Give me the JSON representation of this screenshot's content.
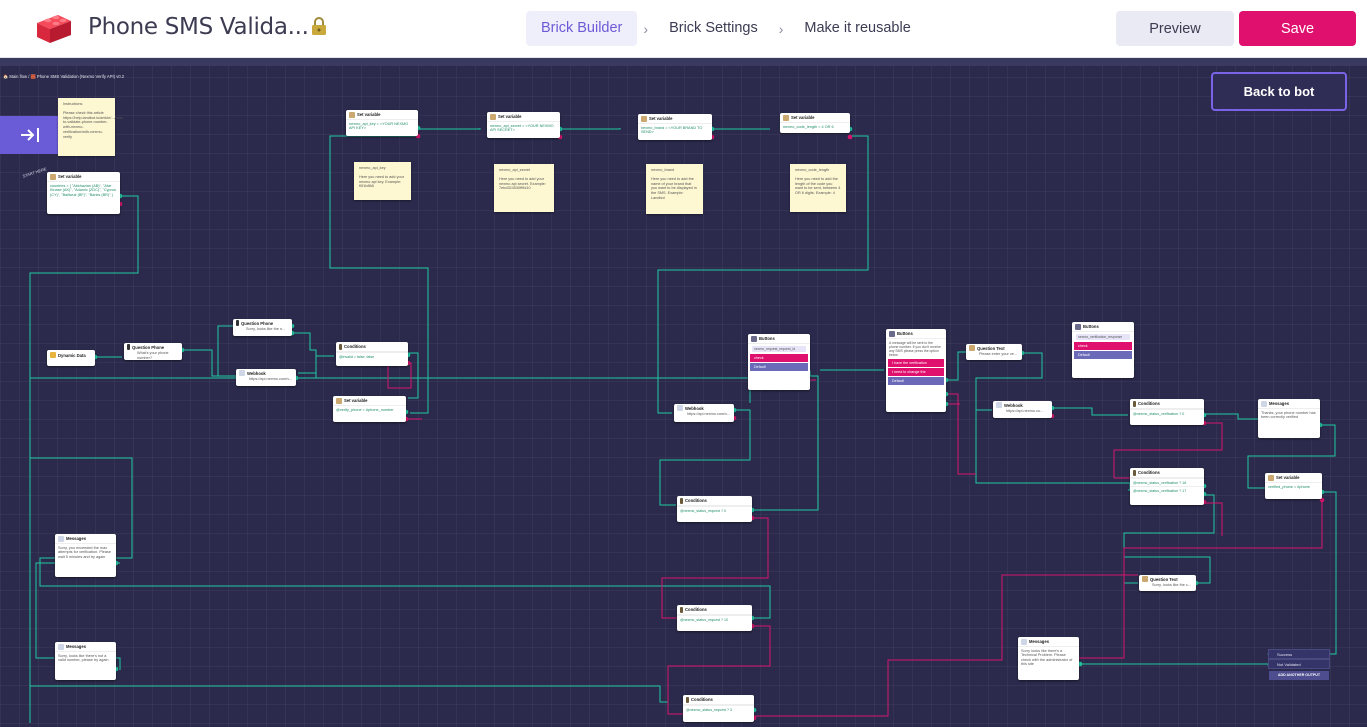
{
  "header": {
    "title": "Phone SMS Valida...",
    "steps": [
      "Brick Builder",
      "Brick Settings",
      "Make it reusable"
    ],
    "active_step": "Brick Builder",
    "chevron": "›",
    "preview_label": "Preview",
    "save_label": "Save",
    "brand_color": "#e0106e",
    "accent_color": "#6f5ad6"
  },
  "canvas": {
    "breadcrumb": "🏠 Main flow / 🧱 Phone SMS Validation (Nexmo Verify API) v0.2",
    "back_label": "Back to bot",
    "side_toggle_icon": "collapse-panel-icon",
    "start_label": "START HERE"
  },
  "nodes": {
    "instructions": {
      "title": "Instructions",
      "body": "Please check this article https://help.landbot.io/article/.../how-to-validate-phone-number-with-nexmo-verification/with-nexmo-verify"
    },
    "set_countries": {
      "title": "Set variable",
      "body": "countries = [ \"Abkhazian (AB)\", \"Afar Kinase (AK)\", \"Adamic (ZDC)\", \"Cyprus (CY)\", \"Bailiwuk (BF)\", \"Banks (BR)\" ]"
    },
    "set_api_key": {
      "title": "Set variable",
      "body": "nexmo_api_key = <YOUR NEXMO API KEY>"
    },
    "set_api_secret": {
      "title": "Set variable",
      "body": "nexmo_api_secret = <YOUR NEXMO API SECRET>"
    },
    "set_brand": {
      "title": "Set variable",
      "body": "nexmo_brand = <YOUR BRAND TO SEND>"
    },
    "set_code_length": {
      "title": "Set variable",
      "body": "nexmo_code_length = 4 OR 6"
    },
    "note_api_key": {
      "title": "nexmo_api_key",
      "body": "Here you need to add your nexmo api key. Example: f0f1b868"
    },
    "note_api_secret": {
      "title": "nexmo_api_secret",
      "body": "Here you need to add your nexmo api secret. Example: 7ebd324530ff9d10"
    },
    "note_brand": {
      "title": "nexmo_brand",
      "body": "Here you need to add the name of your brand that you want to be displayed in the SMS. Example: Landbot"
    },
    "note_code_length": {
      "title": "nexmo_code_length",
      "body": "Here you need to add the length of the code you want to be sent, between 4 OR 6 digits. Example: 4"
    },
    "dynamic_data": {
      "title": "Dynamic Data"
    },
    "question_phone": {
      "title": "Question Phone",
      "body": "What's your phone number?"
    },
    "question_phone_retry": {
      "title": "Question Phone",
      "body": "Sorry, looks like the n..."
    },
    "conditions_1": {
      "title": "Conditions",
      "body": "@invalid = false, false"
    },
    "webhook_1": {
      "title": "Webhook",
      "body": "https://api.nexmo.com/v..."
    },
    "set_verify": {
      "title": "Set variable",
      "body": "@verify_phone = #phone_number"
    },
    "webhook_2": {
      "title": "Webhook",
      "body": "https://api.nexmo.com/v..."
    },
    "buttons_1": {
      "title": "Buttons",
      "chip": "nexmo_request_request_id",
      "btn1": "check",
      "btn2": "Default"
    },
    "conditions_2": {
      "title": "Conditions",
      "body": "@nexmo_status_request ? 0"
    },
    "conditions_3": {
      "title": "Conditions",
      "body": "@nexmo_status_request ? 10"
    },
    "conditions_4": {
      "title": "Conditions",
      "body": "@nexmo_status_request ? 3"
    },
    "buttons_2": {
      "title": "Buttons",
      "body": "A message will be sent to the phone number. If you don't receive any SMS please press the option below",
      "btn1": "I have the verification",
      "btn2": "I need to change the",
      "btn3": "Default"
    },
    "question_text_1": {
      "title": "Question Text",
      "body": "Please enter your ve..."
    },
    "buttons_3": {
      "title": "Buttons",
      "chip": "nexmo_verification_response",
      "btn1": "check",
      "btn2": "Default"
    },
    "webhook_3": {
      "title": "Webhook",
      "body": "https://api.nexmo.co..."
    },
    "conditions_5": {
      "title": "Conditions",
      "body": "@nexmo_status_verification ? 0"
    },
    "conditions_6": {
      "title": "Conditions",
      "body": "@nexmo_status_verification ? 16",
      "body2": "@nexmo_status_verification ? 17"
    },
    "messages_success": {
      "title": "Messages",
      "body": "Thanks, your phone number has been correctly verified"
    },
    "set_verified": {
      "title": "Set variable",
      "body": "verified_phone = #phone"
    },
    "question_text_2": {
      "title": "Question Text",
      "body": "Sorry, looks like the c..."
    },
    "messages_wait": {
      "title": "Messages",
      "body": "Sorry, you exceeded the max attempts for verification. Please wait 5 minutes and try again"
    },
    "messages_invalid": {
      "title": "Messages",
      "body": "Sorry, looks like there's not a valid number, please try again"
    },
    "messages_technical": {
      "title": "Messages",
      "body": "Sorry looks like there's a Technical Problem. Please check with the administrator of this site"
    }
  },
  "outputs": {
    "items": [
      "Success",
      "Not Validated"
    ],
    "add_label": "ADD ANOTHER OUTPUT"
  },
  "colors": {
    "canvas_bg": "#2b2a4c",
    "wire_green": "#1fc8a0",
    "wire_pink": "#d6156c",
    "note_bg": "#fdf7d2"
  }
}
